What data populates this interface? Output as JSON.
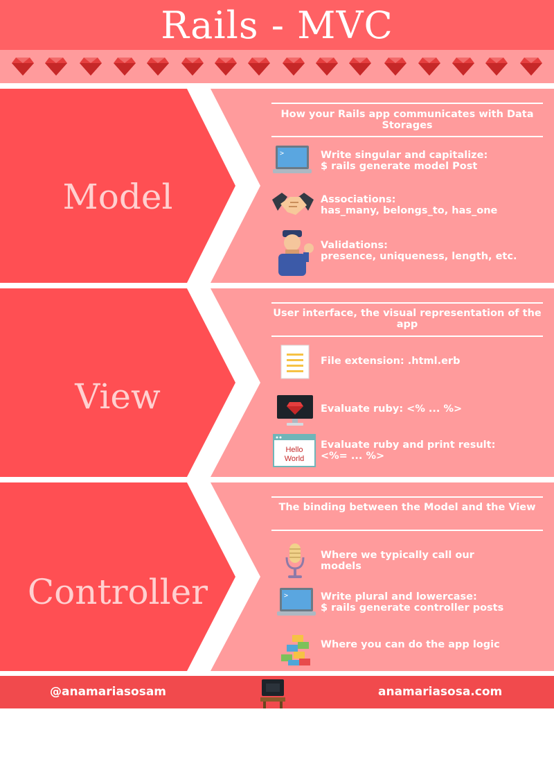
{
  "header": {
    "title": "Rails - MVC"
  },
  "colors": {
    "primary": "#ff6164",
    "chevron": "#ff4f53",
    "panel": "#ff9b9c",
    "label": "#ffd0d0",
    "gem": "#e53e3e",
    "footer": "#f14a4d"
  },
  "sections": {
    "model": {
      "label": "Model",
      "heading": "How your Rails app communicates with Data Storages",
      "items": [
        {
          "icon": "laptop-icon",
          "line1": "Write singular and capitalize:",
          "line2": "$ rails generate model Post"
        },
        {
          "icon": "handshake-icon",
          "line1": "Associations:",
          "line2": "has_many, belongs_to, has_one"
        },
        {
          "icon": "police-officer-icon",
          "line1": "Validations:",
          "line2": "presence, uniqueness, length, etc."
        }
      ]
    },
    "view": {
      "label": "View",
      "heading": "User interface, the visual representation of the app",
      "items": [
        {
          "icon": "document-icon",
          "line1": "File extension: .html.erb"
        },
        {
          "icon": "monitor-ruby-icon",
          "line1": "Evaluate ruby: <% ...  %>"
        },
        {
          "icon": "hello-world-browser-icon",
          "line1": "Evaluate ruby and print result:",
          "line2": "<%= ... %>",
          "hello1": "Hello",
          "hello2": "World"
        }
      ]
    },
    "controller": {
      "label": "Controller",
      "heading": "The binding between the Model and the View",
      "items": [
        {
          "icon": "microphone-icon",
          "line1": "Where we typically call our",
          "line2": "models"
        },
        {
          "icon": "laptop-icon",
          "line1": "Write plural and lowercase:",
          "line2": "$ rails generate controller posts"
        },
        {
          "icon": "lego-blocks-icon",
          "line1": "Where you can do the app logic"
        }
      ]
    }
  },
  "footer": {
    "handle": "@anamariasosam",
    "website": "anamariasosa.com"
  }
}
